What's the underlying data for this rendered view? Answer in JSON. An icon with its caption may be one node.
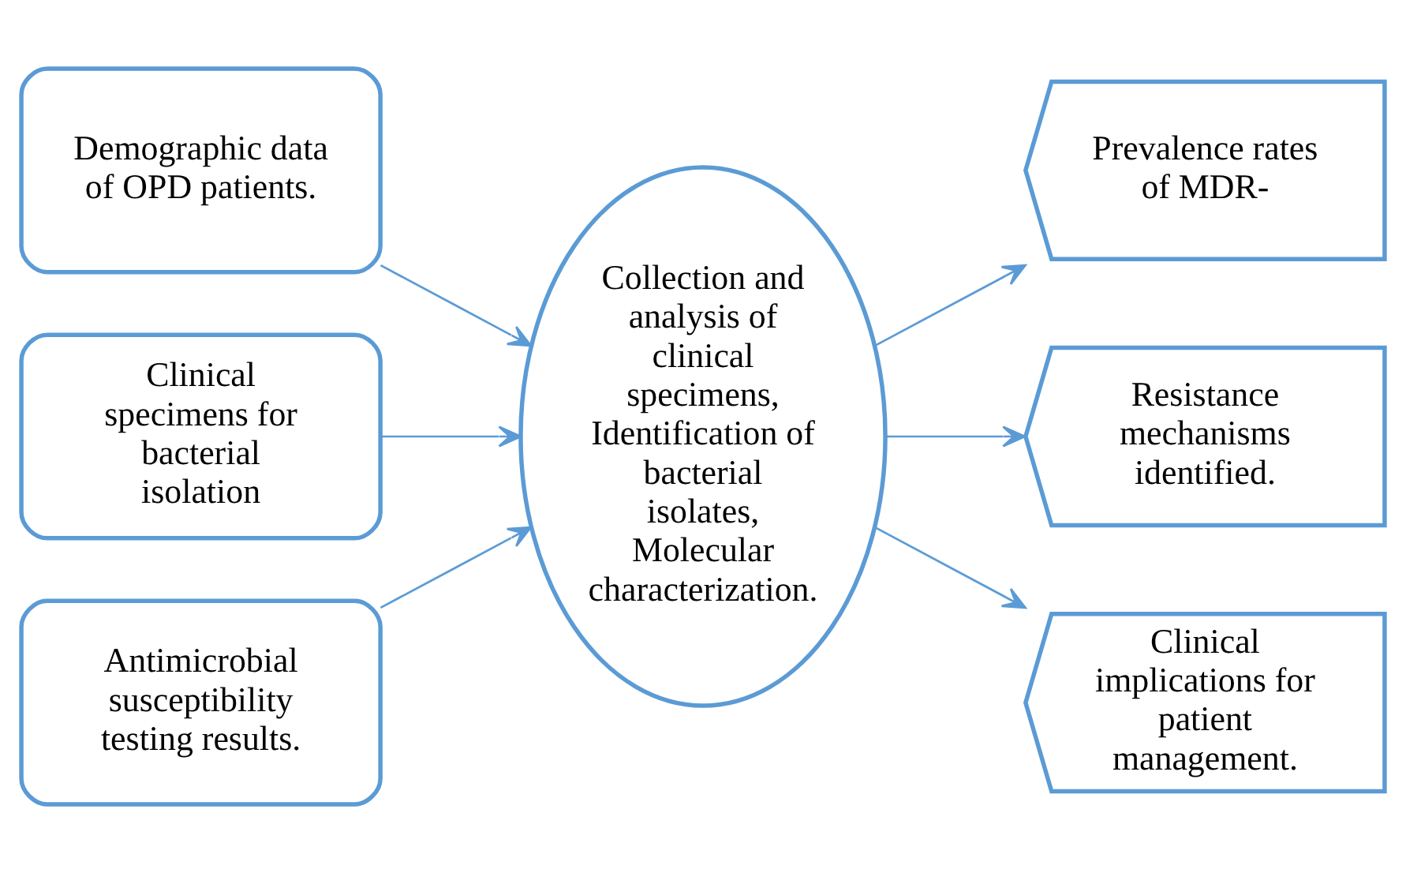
{
  "diagram": {
    "nodes": [
      {
        "text": [
          "Demographic data of OPD patients."
        ]
      },
      {
        "text": [
          "Clinical specimens for bacterial isolation"
        ]
      },
      {
        "text": [
          "Antimicrobial susceptibility testing results."
        ]
      },
      {
        "text": [
          "Collection and analysis of clinical specimens, Identification of bacterial isolates, Molecular characterization."
        ]
      },
      {
        "text": [
          "Prevalence rates of MDR-"
        ]
      },
      {
        "text": [
          "Resistance mechanisms identified."
        ]
      },
      {
        "text": [
          "Clinical implications for patient management."
        ]
      }
    ],
    "edges": [
      {
        "from": 0,
        "to": 3,
        "arrow": "to"
      },
      {
        "from": 1,
        "to": 3,
        "arrow": "to"
      },
      {
        "from": 2,
        "to": 3,
        "arrow": "to"
      },
      {
        "from": 3,
        "to": 4,
        "arrow": "to"
      },
      {
        "from": 3,
        "to": 5,
        "arrow": "to"
      },
      {
        "from": 3,
        "to": 6,
        "arrow": "to"
      }
    ]
  }
}
